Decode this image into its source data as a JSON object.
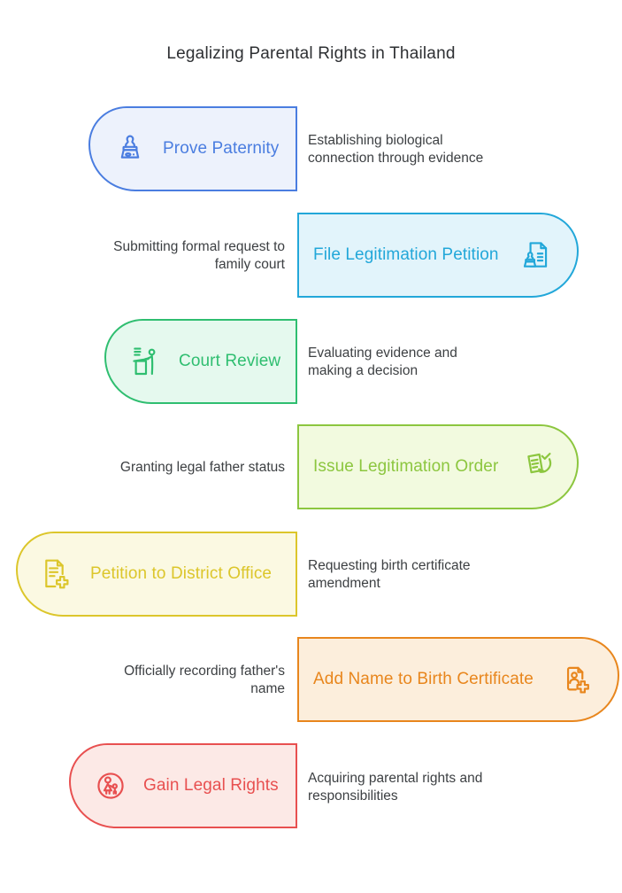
{
  "page": {
    "title": "Legalizing Parental Rights in Thailand"
  },
  "steps": [
    {
      "title": "Prove Paternity",
      "description": "Establishing biological\nconnection through evidence",
      "side": "left",
      "accent": "#4a7de0",
      "bg": "#edf2fc",
      "icon": "stamp-icon"
    },
    {
      "title": "File Legitimation Petition",
      "description": "Submitting formal request to\nfamily court",
      "side": "right",
      "accent": "#22a7d9",
      "bg": "#e2f4fb",
      "icon": "petition-document-icon"
    },
    {
      "title": "Court Review",
      "description": "Evaluating evidence and\nmaking a decision",
      "side": "left",
      "accent": "#2fbe70",
      "bg": "#e5f9ee",
      "icon": "court-review-icon"
    },
    {
      "title": "Issue Legitimation Order",
      "description": "Granting legal father status",
      "side": "right",
      "accent": "#8cc63f",
      "bg": "#f2fadf",
      "icon": "approved-order-icon"
    },
    {
      "title": "Petition to District Office",
      "description": "Requesting birth certificate\namendment",
      "side": "left",
      "accent": "#dcc62b",
      "bg": "#fbf9e2",
      "icon": "document-add-icon"
    },
    {
      "title": "Add Name to Birth Certificate",
      "description": "Officially recording father's\nname",
      "side": "right",
      "accent": "#e8861d",
      "bg": "#fceedc",
      "icon": "id-card-add-icon"
    },
    {
      "title": "Gain Legal Rights",
      "description": "Acquiring parental rights and\nresponsibilities",
      "side": "left",
      "accent": "#e85050",
      "bg": "#fce9e6",
      "icon": "family-icon"
    }
  ]
}
